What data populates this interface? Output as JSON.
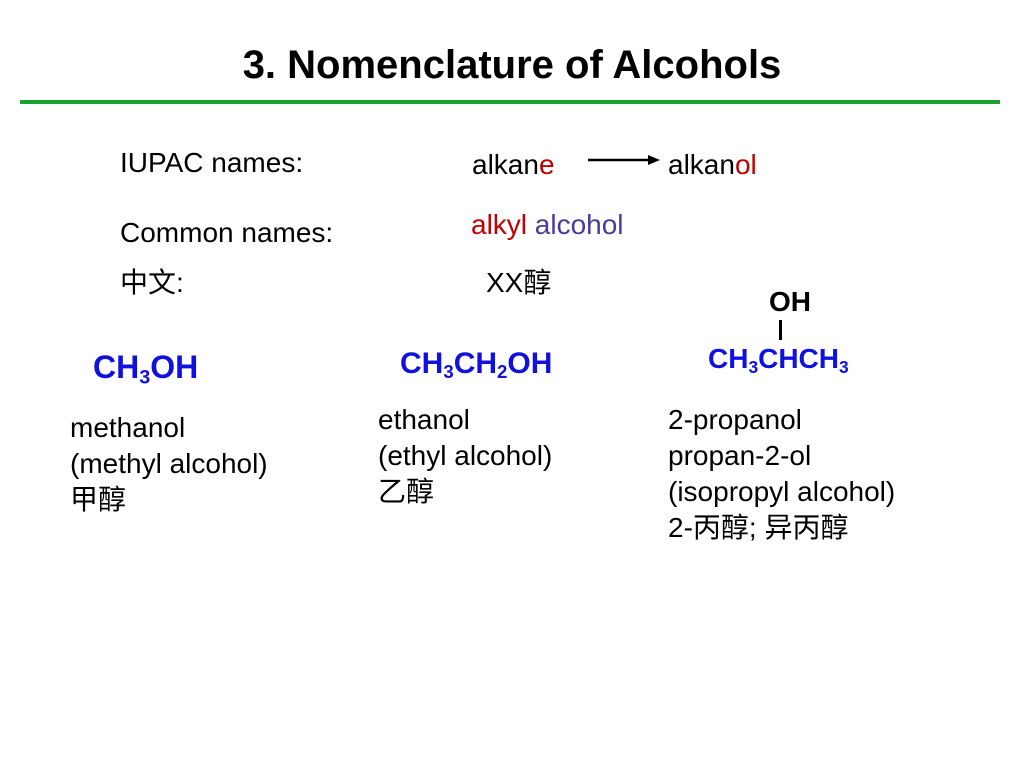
{
  "title": "3. Nomenclature of Alcohols",
  "rules": {
    "iupac_label": "IUPAC names:",
    "iupac_from_stem": "alkan",
    "iupac_from_suffix": "e",
    "iupac_to_stem": "alkan",
    "iupac_to_suffix": "ol",
    "common_label": "Common names:",
    "common_alkyl": "alkyl",
    "common_alcohol": "alcohol",
    "chinese_label": "中文:",
    "chinese_pattern": "XX醇"
  },
  "compounds": [
    {
      "formula": {
        "p1": "CH",
        "s1": "3",
        "p2": "OH"
      },
      "names": [
        "methanol",
        "(methyl alcohol)",
        "甲醇"
      ]
    },
    {
      "formula": {
        "p1": "CH",
        "s1": "3",
        "p2": "CH",
        "s2": "2",
        "p3": "OH"
      },
      "names": [
        "ethanol",
        "(ethyl alcohol)",
        "乙醇"
      ]
    },
    {
      "formula": {
        "oh": "OH",
        "p1": "CH",
        "s1": "3",
        "p2": "CHCH",
        "s2": "3"
      },
      "names": [
        "2-propanol",
        "propan-2-ol",
        "(isopropyl alcohol)",
        "2-丙醇; 异丙醇"
      ]
    }
  ],
  "colors": {
    "rule": "#1aa12e",
    "highlight_red": "#c00000",
    "alcohol_purple": "#4a3a9c",
    "formula_blue": "#1010e0"
  }
}
